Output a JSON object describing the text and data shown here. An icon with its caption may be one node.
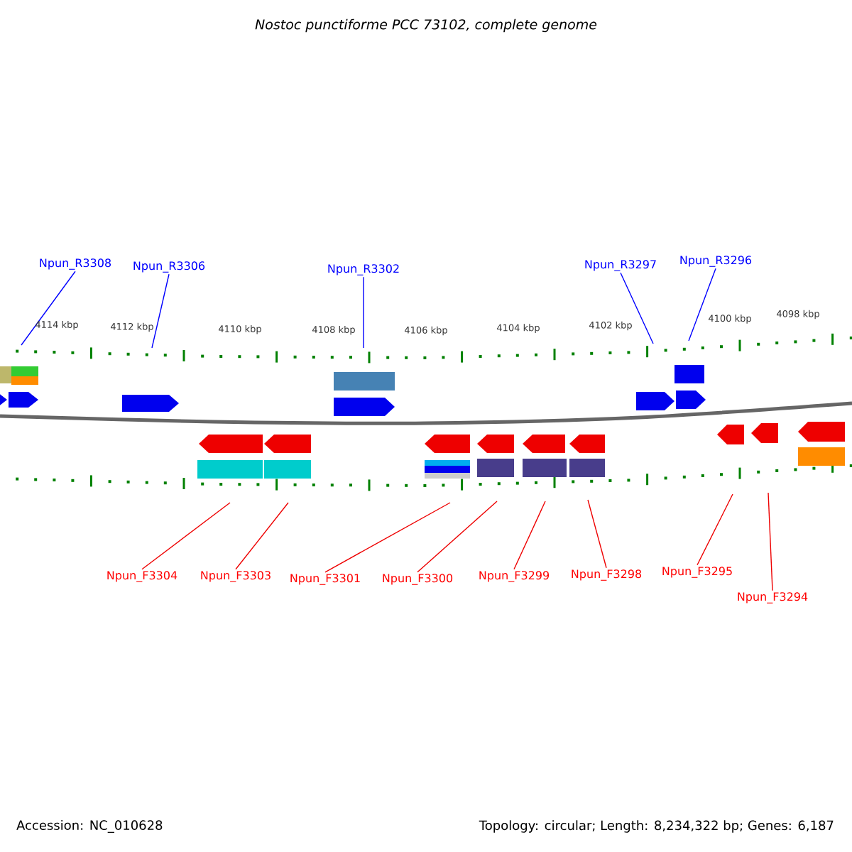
{
  "diagram": {
    "title": "Nostoc punctiforme PCC 73102, complete genome",
    "nodes": [
      {
        "text": [
          "Npun_R3308"
        ]
      },
      {
        "text": [
          "Npun_R3306"
        ]
      },
      {
        "text": [
          "Npun_R3302"
        ]
      },
      {
        "text": [
          "Npun_R3297"
        ]
      },
      {
        "text": [
          "Npun_R3296"
        ]
      },
      {
        "text": [
          "Npun_F3304"
        ]
      },
      {
        "text": [
          "Npun_F3303"
        ]
      },
      {
        "text": [
          "Npun_F3301"
        ]
      },
      {
        "text": [
          "Npun_F3300"
        ]
      },
      {
        "text": [
          "Npun_F3299"
        ]
      },
      {
        "text": [
          "Npun_F3298"
        ]
      },
      {
        "text": [
          "Npun_F3295"
        ]
      },
      {
        "text": [
          "Npun_F3294"
        ]
      }
    ],
    "edges": [
      {
        "from": 0,
        "to": null,
        "arrow": "none",
        "color": "#0000ff"
      },
      {
        "from": 1,
        "to": null,
        "arrow": "none",
        "color": "#0000ff"
      },
      {
        "from": 2,
        "to": null,
        "arrow": "none",
        "color": "#0000ff"
      },
      {
        "from": 3,
        "to": null,
        "arrow": "none",
        "color": "#0000ff"
      },
      {
        "from": 4,
        "to": null,
        "arrow": "none",
        "color": "#0000ff"
      },
      {
        "from": 5,
        "to": null,
        "arrow": "none"
      },
      {
        "from": 6,
        "to": null,
        "arrow": "none"
      },
      {
        "from": 7,
        "to": null,
        "arrow": "none"
      },
      {
        "from": 8,
        "to": null,
        "arrow": "none"
      },
      {
        "from": 9,
        "to": null,
        "arrow": "none"
      },
      {
        "from": 10,
        "to": null,
        "arrow": "none"
      },
      {
        "from": 11,
        "to": null,
        "arrow": "none"
      },
      {
        "from": 12,
        "to": null,
        "arrow": "none"
      }
    ],
    "labels": [
      "4114 kbp",
      "4112 kbp",
      "4110 kbp",
      "4108 kbp",
      "4106 kbp",
      "4104 kbp",
      "4102 kbp",
      "4100 kbp",
      "4098 kbp",
      "Accession: NC_010628",
      "Topology: circular; Length: 8,234,322 bp; Genes: 6,187"
    ]
  }
}
